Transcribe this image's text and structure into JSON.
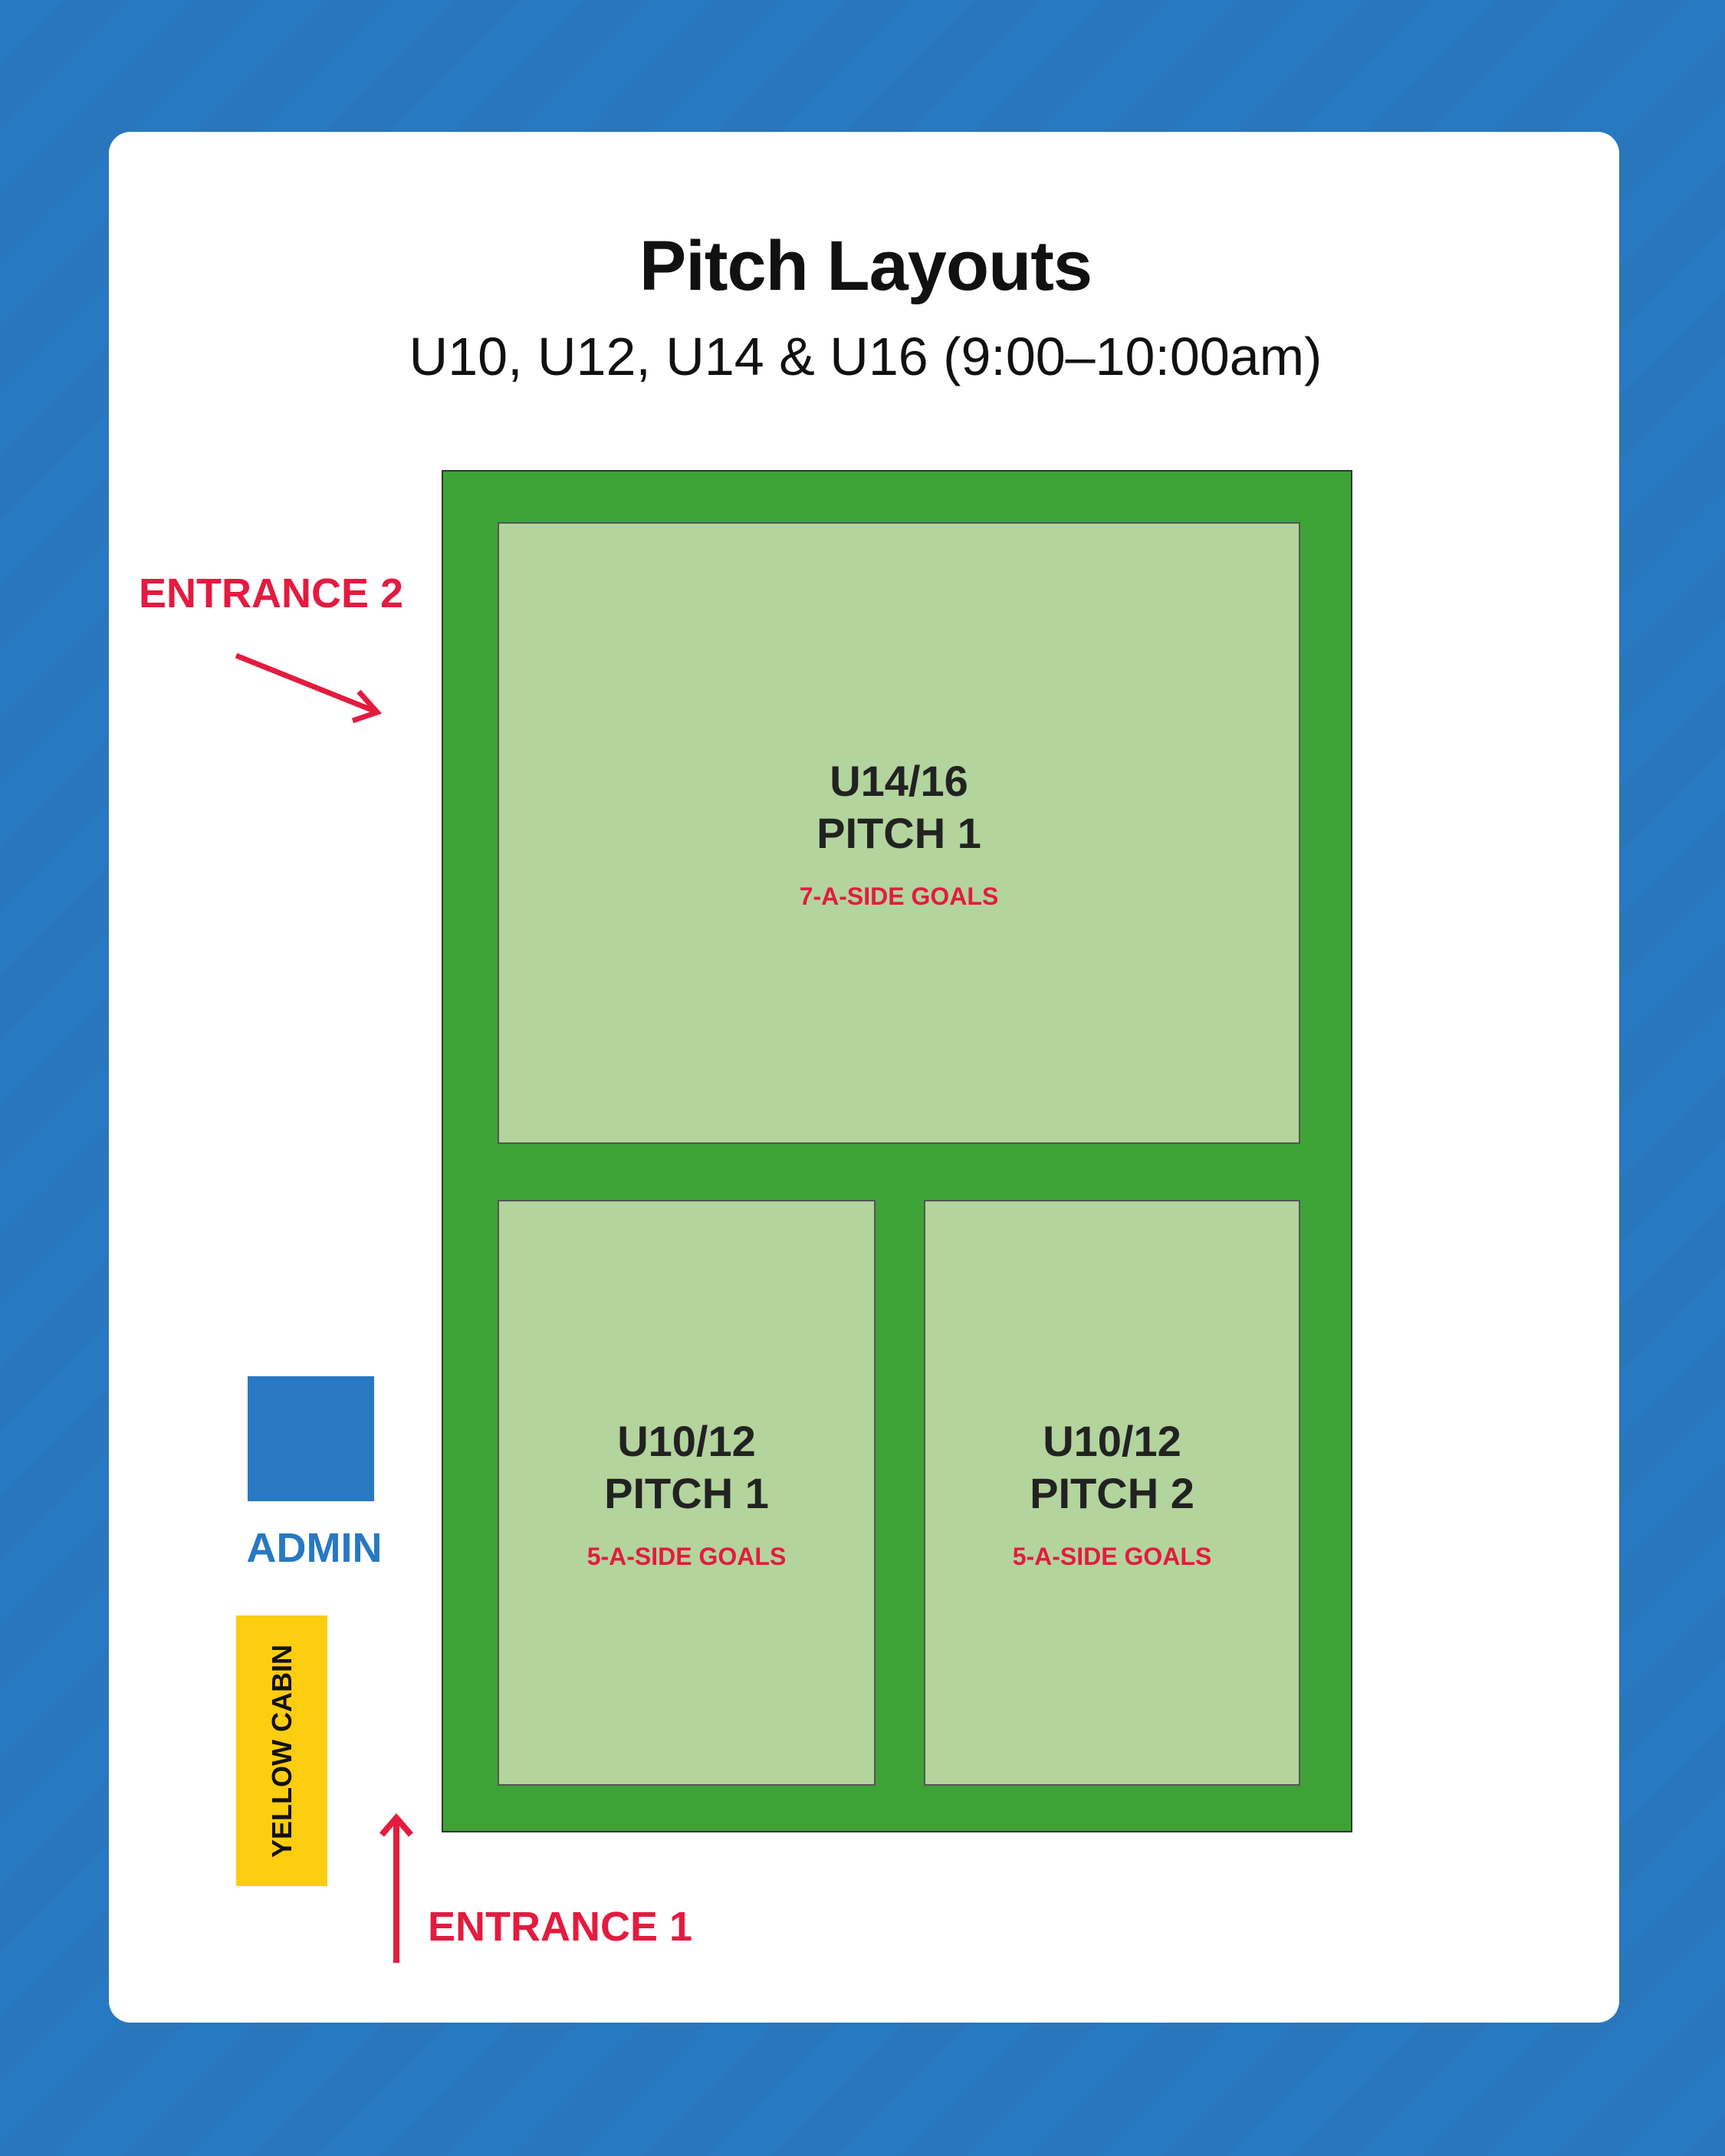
{
  "title": "Pitch Layouts",
  "subtitle": "U10, U12, U14 & U16 (9:00–10:00am)",
  "pitches": [
    {
      "age": "U14/16",
      "name": "PITCH 1",
      "goals": "7-A-SIDE GOALS"
    },
    {
      "age": "U10/12",
      "name": "PITCH 1",
      "goals": "5-A-SIDE GOALS"
    },
    {
      "age": "U10/12",
      "name": "PITCH 2",
      "goals": "5-A-SIDE GOALS"
    }
  ],
  "entrance_2": "ENTRANCE 2",
  "entrance_1": "ENTRANCE 1",
  "admin": "ADMIN",
  "yellow_cabin": "YELLOW CABIN",
  "colors": {
    "background": "#2779c2",
    "field": "#3ea336",
    "pitch": "#b3d49d",
    "accent_red": "#e31b3f",
    "admin": "#2878c3",
    "cabin": "#fdcd10"
  }
}
